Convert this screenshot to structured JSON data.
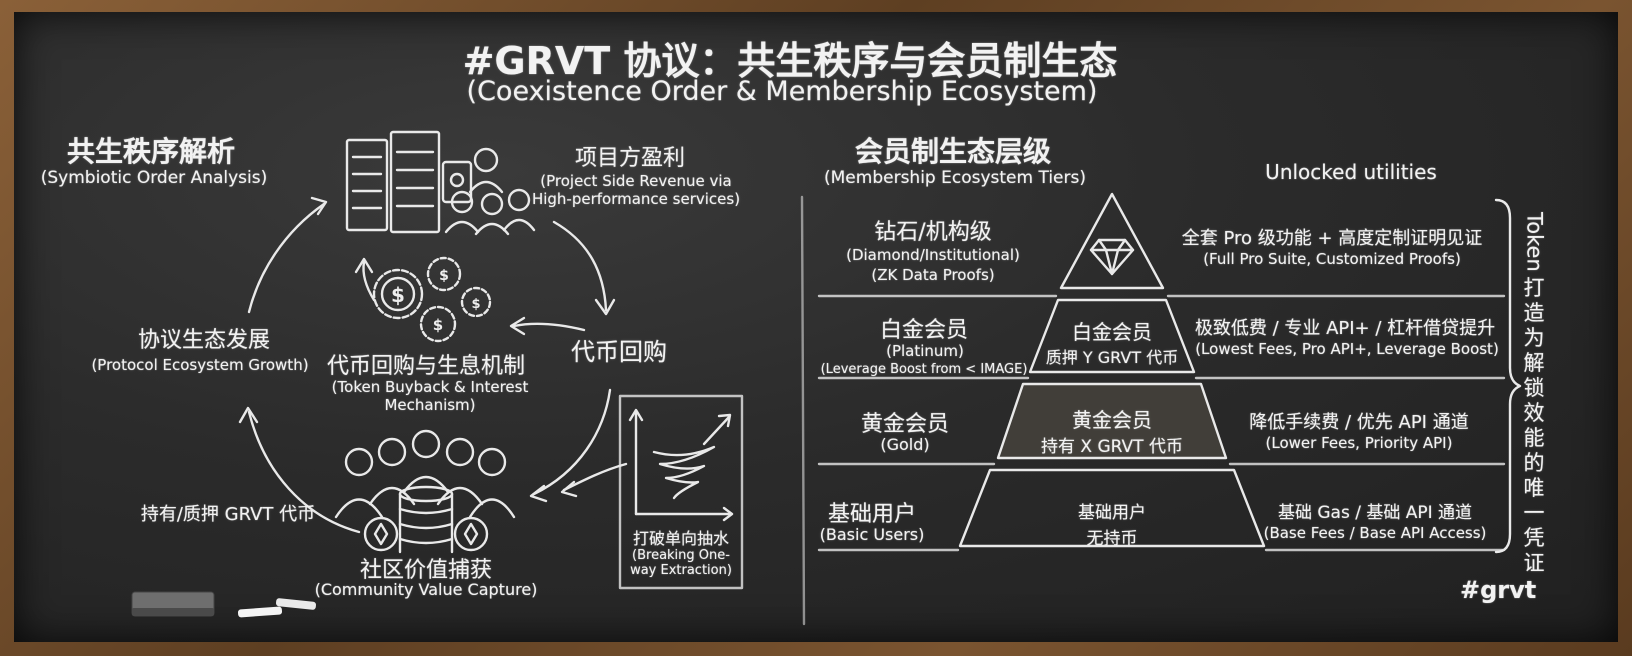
{
  "title": "#GRVT 协议：共生秩序与会员制生态",
  "subtitle": "(Coexistence Order & Membership Ecosystem)",
  "left": {
    "heading": "共生秩序解析",
    "heading_en": "(Symbiotic Order Analysis)",
    "nodes": {
      "project_revenue": {
        "label": "项目方盈利",
        "sub": "(Project Side Revenue via High-performance services)"
      },
      "token_buyback": {
        "label": "代币回购"
      },
      "protocol_growth": {
        "label": "协议生态发展",
        "sub": "(Protocol Ecosystem Growth)"
      },
      "mechanism": {
        "label": "代币回购与生息机制",
        "sub": "(Token Buyback & Interest Mechanism)"
      },
      "hold_stake": {
        "label": "持有/质押 GRVT 代币"
      },
      "community": {
        "label": "社区价值捕获",
        "sub": "(Community Value Capture)"
      },
      "breaking": {
        "label": "打破单向抽水",
        "sub": "(Breaking One-way Extraction)"
      }
    }
  },
  "right": {
    "heading": "会员制生态层级",
    "heading_en": "(Membership Ecosystem Tiers)",
    "utilities_header": "Unlocked utilities",
    "side_label": "Token 打造为解锁效能的唯一凭证",
    "tiers": [
      {
        "name": "钻石/机构级",
        "name_en": "(Diamond/Institutional)",
        "name_en2": "(ZK Data Proofs)",
        "inner": "",
        "inner2": "",
        "utility": "全套 Pro 级功能 + 高度定制证明见证",
        "utility_en": "(Full Pro Suite, Customized Proofs)"
      },
      {
        "name": "白金会员",
        "name_en": "(Platinum)",
        "name_en2": "(Leverage Boost from < IMAGE)",
        "inner": "白金会员",
        "inner2": "质押 Y GRVT 代币",
        "utility": "极致低费 / 专业 API+ / 杠杆借贷提升",
        "utility_en": "(Lowest Fees, Pro API+, Leverage Boost)"
      },
      {
        "name": "黄金会员",
        "name_en": "(Gold)",
        "name_en2": "",
        "inner": "黄金会员",
        "inner2": "持有 X GRVT 代币",
        "utility": "降低手续费 / 优先 API 通道",
        "utility_en": "(Lower Fees, Priority API)"
      },
      {
        "name": "基础用户",
        "name_en": "(Basic Users)",
        "name_en2": "",
        "inner": "基础用户",
        "inner2": "无持币",
        "utility": "基础 Gas / 基础 API 通道",
        "utility_en": "(Base Fees / Base API Access)"
      }
    ]
  },
  "hashtag": "#grvt"
}
